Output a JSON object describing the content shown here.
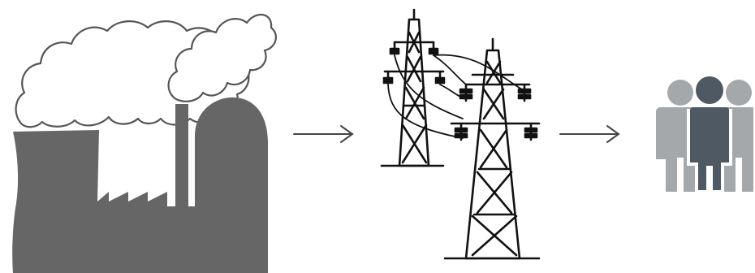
{
  "diagram": {
    "nodes": [
      {
        "id": "power-plant",
        "icon": "power-plant-icon"
      },
      {
        "id": "transmission",
        "icon": "transmission-tower-icon"
      },
      {
        "id": "consumers",
        "icon": "people-group-icon"
      }
    ],
    "edges": [
      {
        "from": "power-plant",
        "to": "transmission",
        "icon": "arrow-right-icon"
      },
      {
        "from": "transmission",
        "to": "consumers",
        "icon": "arrow-right-icon"
      }
    ]
  },
  "colors": {
    "background": "#ffffff",
    "plant_fill": "#666666",
    "cloud_stroke": "#555555",
    "tower_stroke": "#111111",
    "arrow_stroke": "#444444",
    "person_dark": "#4e5964",
    "person_light": "#a5a8ab"
  }
}
